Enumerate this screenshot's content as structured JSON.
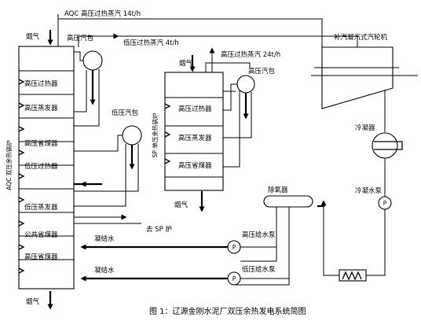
{
  "diagram": {
    "caption": "图 1：辽源金刚水泥厂双压余热发电系统简图",
    "aqc_boiler": {
      "name": "AQC 双压余热锅炉",
      "flue_in": "烟气",
      "flue_out": "烟气",
      "hp_drum": "高压汽包",
      "lp_drum": "低压汽包",
      "sections": [
        "高压过热器",
        "高压蒸发器",
        "高压省煤器",
        "低压过热器",
        "低压蒸发器",
        "公共省煤器",
        "高压省煤器"
      ],
      "feed_water_1": "凝结水",
      "feed_water_2": "凝结水"
    },
    "sp_boiler": {
      "name": "SP 单压余热锅炉",
      "flue_in": "烟气",
      "flue_out": "烟气",
      "drum": "高压汽包",
      "sections": [
        "高压过热器",
        "高压蒸发器",
        "高压省煤器"
      ]
    },
    "streams": {
      "aqc_hp_steam": "AQC 高压过热蒸汽 14t/h",
      "lp_steam": "低压过热蒸汽 4t/h",
      "sp_hp_steam": "高压过热蒸汽 24t/h",
      "to_sp": "去 SP 炉"
    },
    "equipment": {
      "turbine": "补汽凝汽式汽轮机",
      "condenser": "冷凝器",
      "condensate_pump": "冷凝水泵",
      "deaerator": "除氧器",
      "hp_feed_pump": "高压给水泵",
      "lp_feed_pump": "低压给水泵",
      "pump_symbol": "P"
    }
  }
}
